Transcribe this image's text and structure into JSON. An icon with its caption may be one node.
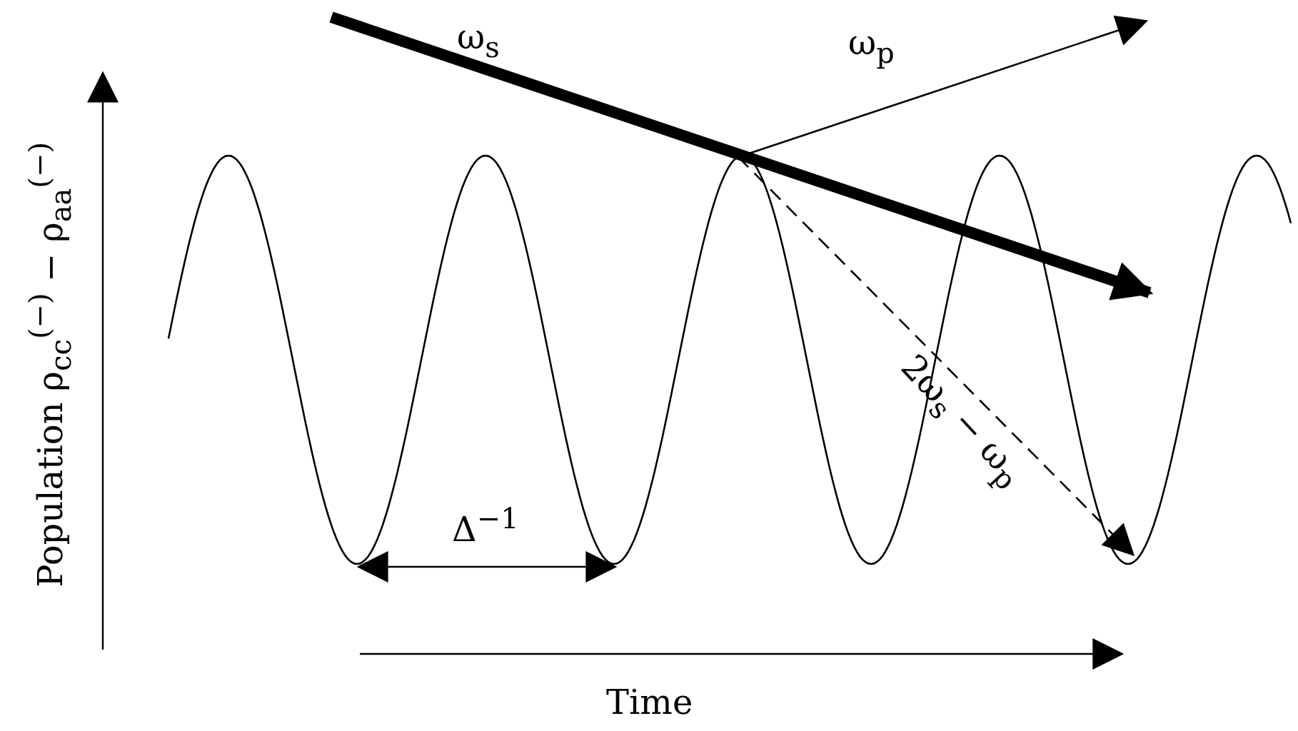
{
  "diagram": {
    "labels": [
      "ω$_{s}$",
      "ω$_{p}$",
      "Population ρ$_{cc}$$^{(−)}$ − ρ$_{aa}$$^{(−)}$",
      "Δ$^{−1}$",
      "2ω$_{s}$ − ω$_{p}$",
      "Time"
    ]
  }
}
